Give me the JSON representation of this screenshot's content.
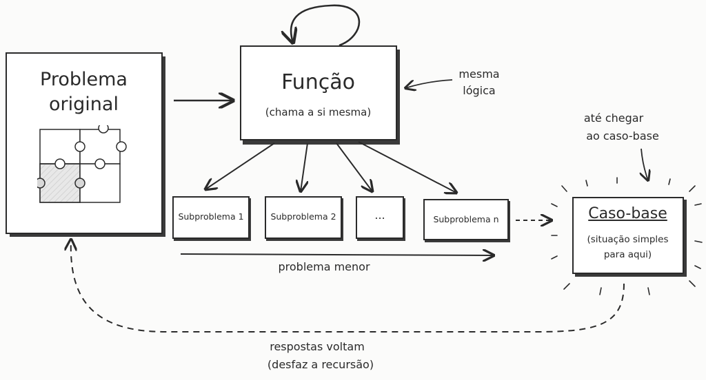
{
  "original": {
    "line1": "Problema",
    "line2": "original"
  },
  "function": {
    "title": "Função",
    "subtitle": "(chama a si mesma)"
  },
  "same_logic": {
    "line1": "mesma",
    "line2": "lógica"
  },
  "subproblems": [
    "Subproblema 1",
    "Subproblema 2",
    "...",
    "Subproblema n"
  ],
  "smaller_problem": "problema menor",
  "until_base": {
    "line1": "até chegar",
    "line2": "ao caso-base"
  },
  "base_case": {
    "title": "Caso-base",
    "line1": "(situação simples",
    "line2": "para aqui)"
  },
  "answers_return": {
    "line1": "respostas voltam",
    "line2": "(desfaz a recursão)"
  },
  "colors": {
    "ink": "#2a2a2a",
    "shade": "#d8d8d8",
    "paper": "#fbfbfa"
  }
}
